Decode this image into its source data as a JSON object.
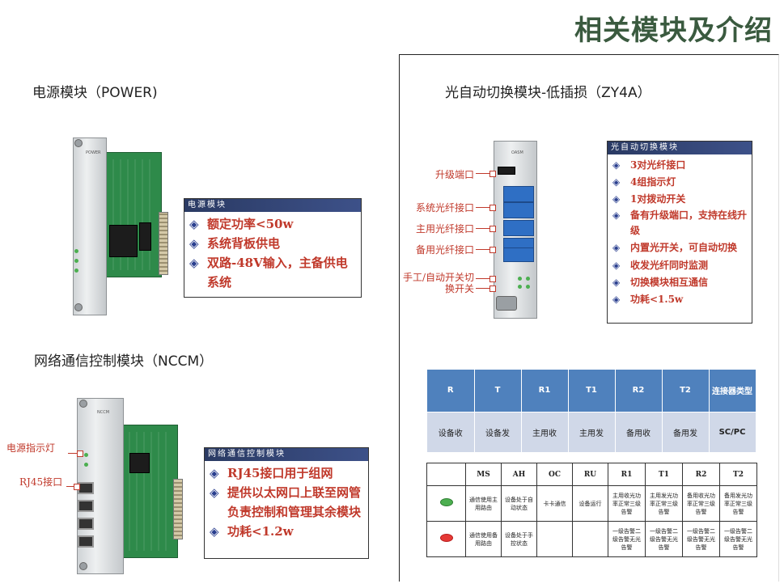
{
  "slide_title": "相关模块及介绍",
  "power": {
    "section_title": "电源模块（POWER)",
    "faceplate_label": "POWER",
    "info_header": "电源模块",
    "items": [
      "额定功率<50w",
      "系统背板供电",
      "双路-48V输入，主备供电系统"
    ]
  },
  "nccm": {
    "section_title": "网络通信控制模块（NCCM）",
    "faceplate_label": "NCCM",
    "callouts": [
      "电源指示灯",
      "RJ45接口"
    ],
    "info_header": "网络通信控制模块",
    "items": [
      "RJ45接口用于组网",
      "提供以太网口上联至网管负责控制和管理其余模块",
      "功耗<1.2w"
    ]
  },
  "zy4a": {
    "section_title": "光自动切换模块-低插损（ZY4A）",
    "faceplate_label": "OASM",
    "callouts": [
      "升级端口",
      "系统光纤接口",
      "主用光纤接口",
      "备用光纤接口",
      "手工/自动开关切换开关"
    ],
    "info_header": "光自动切换模块",
    "items": [
      "3对光纤接口",
      "4组指示灯",
      "1对拨动开关",
      "备有升级端口，支持在线升级",
      "内置光开关，可自动切换",
      "收发光纤同时监测",
      "切换模块相互通信",
      "功耗<1.5w"
    ]
  },
  "port_table": {
    "headers": [
      "R",
      "T",
      "R1",
      "T1",
      "R2",
      "T2",
      "连接器类型"
    ],
    "values": [
      "设备收",
      "设备发",
      "主用收",
      "主用发",
      "备用收",
      "备用发",
      "SC/PC"
    ]
  },
  "led_table": {
    "headers": [
      "",
      "MS",
      "AH",
      "OC",
      "RU",
      "R1",
      "T1",
      "R2",
      "T2"
    ],
    "colors": {
      "green": "#4caf50",
      "red": "#e53935"
    },
    "rows": [
      {
        "indicator": "green",
        "cells": [
          "通信使用主用路由",
          "设备处于自动状态",
          "卡卡通信",
          "设备运行",
          "主用收光功率正常三级告警",
          "主用发光功率正常三级告警",
          "备用收光功率正常三级告警",
          "备用发光功率正常三级告警"
        ]
      },
      {
        "indicator": "red",
        "cells": [
          "通信使用备用路由",
          "设备处于手控状态",
          "",
          "",
          "一级告警二级告警无光告警",
          "一级告警二级告警无光告警",
          "一级告警二级告警无光告警",
          "一级告警二级告警无光告警"
        ]
      }
    ]
  }
}
